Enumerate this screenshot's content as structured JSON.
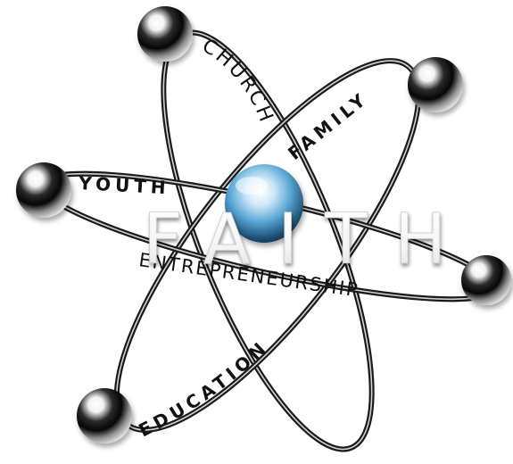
{
  "logo": {
    "center_word": "FAITH",
    "orbit_labels": {
      "church": "CHURCH",
      "family": "FAMILY",
      "youth": "YOUTH",
      "entrepreneurship": "ENTREPRENEURSHIP",
      "education": "EDUCATION"
    }
  },
  "colors": {
    "orbit": "#1a1a1a",
    "nucleus": "#5aa8d6",
    "text": "#111111",
    "faith_text": "#ffffff"
  }
}
